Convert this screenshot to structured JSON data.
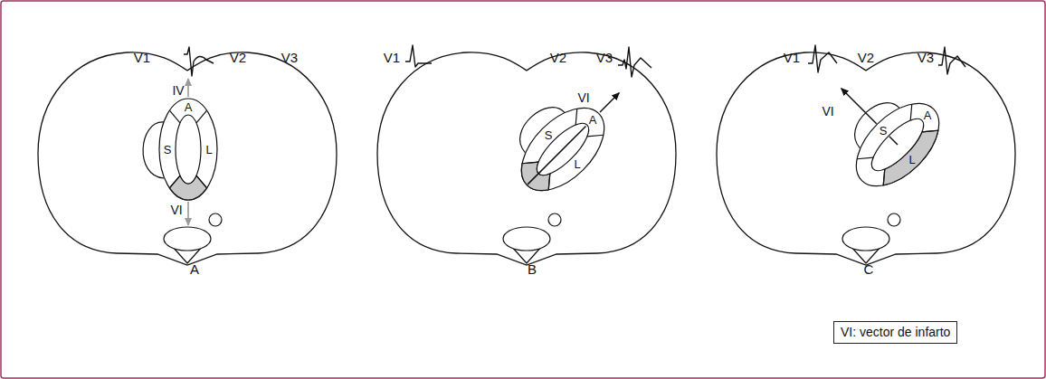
{
  "diagram": {
    "nodes": [
      {
        "text": [
          "VI: vector de infarto"
        ]
      }
    ],
    "labels": [
      "V1",
      "IV",
      "V2",
      "V3",
      "A",
      "S",
      "L",
      "VI",
      "A",
      "V1",
      "V2",
      "V3",
      "S",
      "A",
      "L",
      "VI",
      "B",
      "V1",
      "V2",
      "V3",
      "VI",
      "S",
      "A",
      "L",
      "C"
    ]
  }
}
